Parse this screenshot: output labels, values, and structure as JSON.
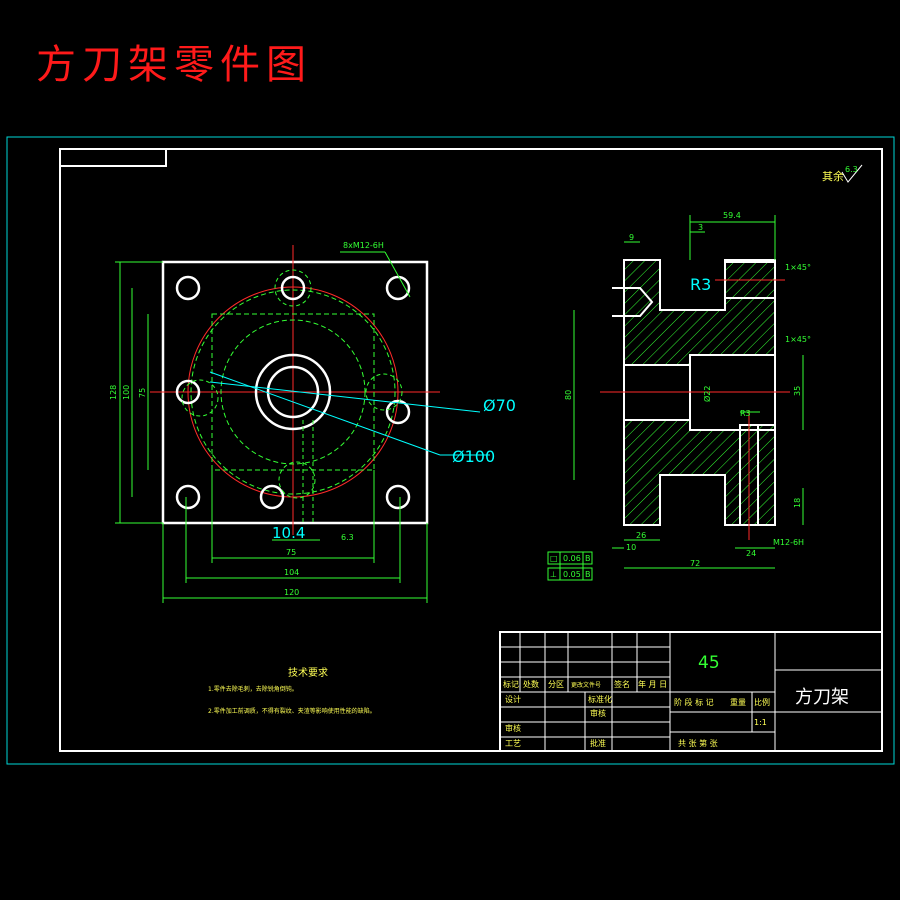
{
  "page_title": "方刀架零件图",
  "colors": {
    "background": "#000000",
    "frame": "#ffffff",
    "outer_border": "#00d8d8",
    "dimension": "#33ff33",
    "center_line": "#ff2a2a",
    "callout": "#00ffff",
    "title": "#ff1a1a",
    "material": "#33ff33",
    "part_name": "#ffffff"
  },
  "roughness_note": "其余",
  "roughness_value": "6.3",
  "front_view": {
    "thread_note": "8xM12-6H",
    "dims": {
      "d70": "Ø70",
      "d100": "Ø100",
      "w_104": "104",
      "w_120": "120",
      "h_128": "128",
      "h_100": "100",
      "h_75": "75",
      "w_75": "75",
      "offset": "10.4",
      "roughness": "6.3"
    }
  },
  "side_view": {
    "dims": {
      "top_w": "59.4",
      "d9": "9",
      "d3": "3",
      "chamfer_top": "1×45°",
      "chamfer_mid": "1×45°",
      "r3": "R3",
      "d24": "24",
      "d18": "18",
      "d35": "35",
      "d26": "26",
      "d10": "10",
      "d72": "72",
      "h80": "80",
      "thread_bottom": "M12-6H",
      "bore": "Ø22"
    },
    "tolerances": [
      {
        "symbol": "□",
        "value": "0.06",
        "datum": "B"
      },
      {
        "symbol": "⊥",
        "value": "0.05",
        "datum": "B"
      }
    ]
  },
  "tech_requirements": {
    "title": "技术要求",
    "items": [
      "1.零件去除毛刺，去除锐角倒钝。",
      "2.零件加工前调质，不得有裂纹、夹渣等影响使用性能的缺陷。"
    ]
  },
  "title_block": {
    "material": "45",
    "part_name": "方刀架",
    "scale": "1:1",
    "row_headers": [
      "标记",
      "处数",
      "分区",
      "更改文件号",
      "签名",
      "年 月 日"
    ],
    "labels": {
      "design": "设计",
      "standardize": "标准化",
      "review": "审核",
      "process": "工艺",
      "check": "审核",
      "approve": "批准",
      "stage": "阶 段 标 记",
      "weight": "重量",
      "ratio": "比例",
      "sheets": "共    张  第    张"
    }
  }
}
